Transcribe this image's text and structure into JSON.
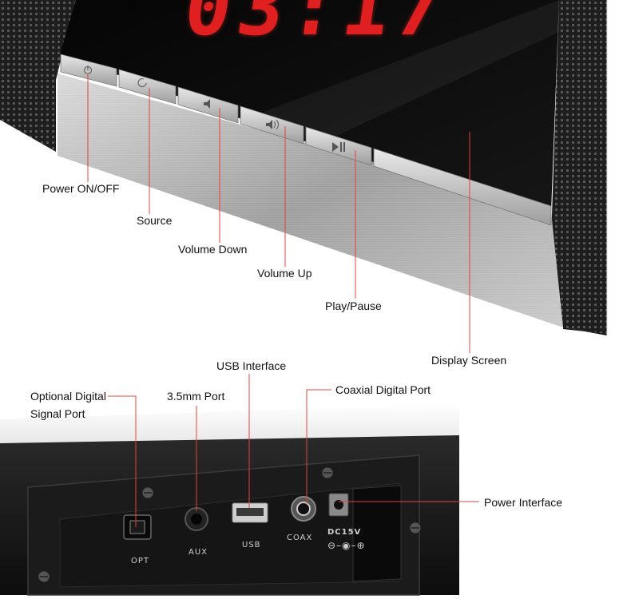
{
  "clock_display": "03:17",
  "top_labels": {
    "power": "Power ON/OFF",
    "source": "Source",
    "volume_down": "Volume Down",
    "volume_up": "Volume Up",
    "play_pause": "Play/Pause",
    "display_screen": "Display Screen"
  },
  "bottom_labels": {
    "optical": "Optional Digital\nSignal Port",
    "optical_line1": "Optional Digital",
    "optical_line2": "Signal Port",
    "aux": "3.5mm Port",
    "usb": "USB Interface",
    "coax": "Coaxial Digital Port",
    "power": "Power Interface"
  },
  "port_markings": {
    "opt": "OPT",
    "aux": "AUX",
    "usb": "USB",
    "coax": "COAX",
    "dc": "DC15V"
  },
  "colors": {
    "leader_line": "#e0443c",
    "segment_red": "#e02020"
  },
  "icons": [
    "power-icon",
    "source-icon",
    "volume-down-icon",
    "volume-up-icon",
    "play-pause-icon",
    "screw-icon"
  ]
}
